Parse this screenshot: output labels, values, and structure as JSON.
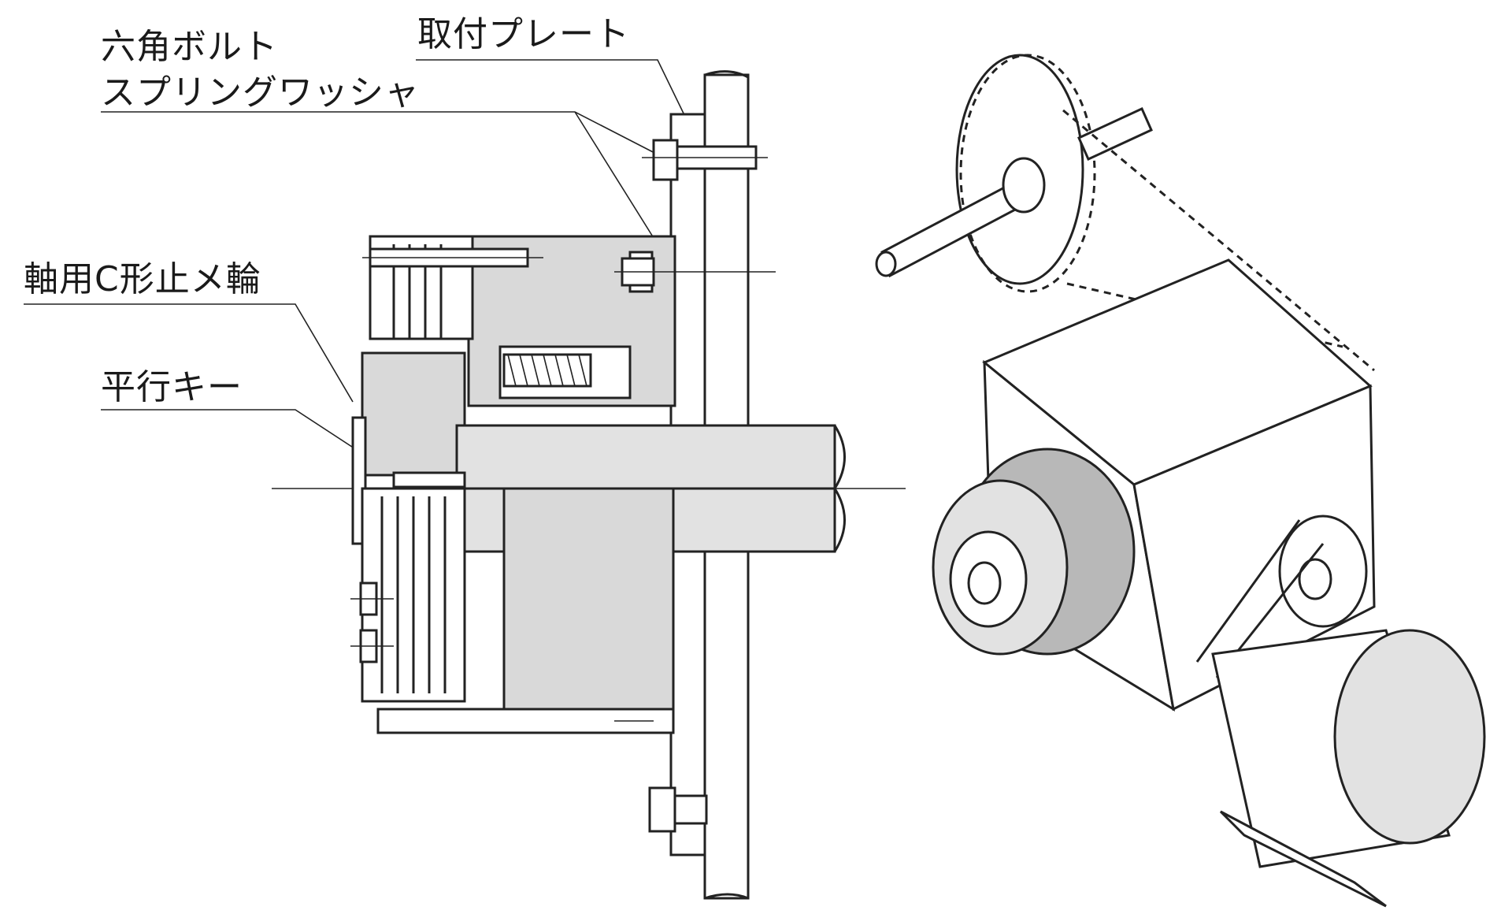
{
  "labels": {
    "hex_bolt": "六角ボルト",
    "spring_washer": "スプリングワッシャ",
    "mounting_plate": "取付プレート",
    "retaining_ring": "軸用C形止メ輪",
    "parallel_key": "平行キー"
  }
}
